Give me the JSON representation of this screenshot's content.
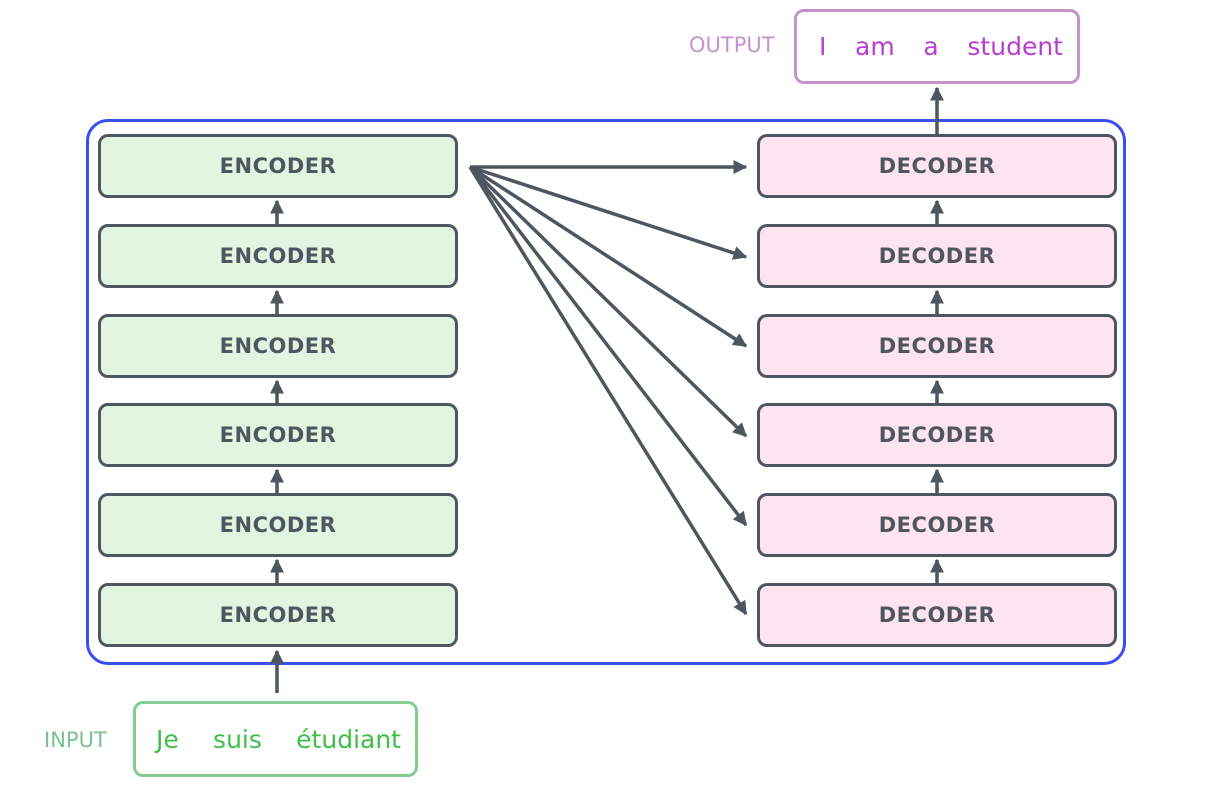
{
  "encoder_label": "ENCODER",
  "decoder_label": "DECODER",
  "input": {
    "label": "INPUT",
    "tokens": [
      "Je",
      "suis",
      "étudiant"
    ]
  },
  "output": {
    "label": "OUTPUT",
    "tokens": [
      "I",
      "am",
      "a",
      "student"
    ]
  },
  "colors": {
    "frame": "#3a4ff0",
    "encoder_fill": "#e2f5e1",
    "decoder_fill": "#fde4ef",
    "block_border": "#4e5660",
    "input_text": "#3fbf4a",
    "output_text": "#b63fd2"
  }
}
